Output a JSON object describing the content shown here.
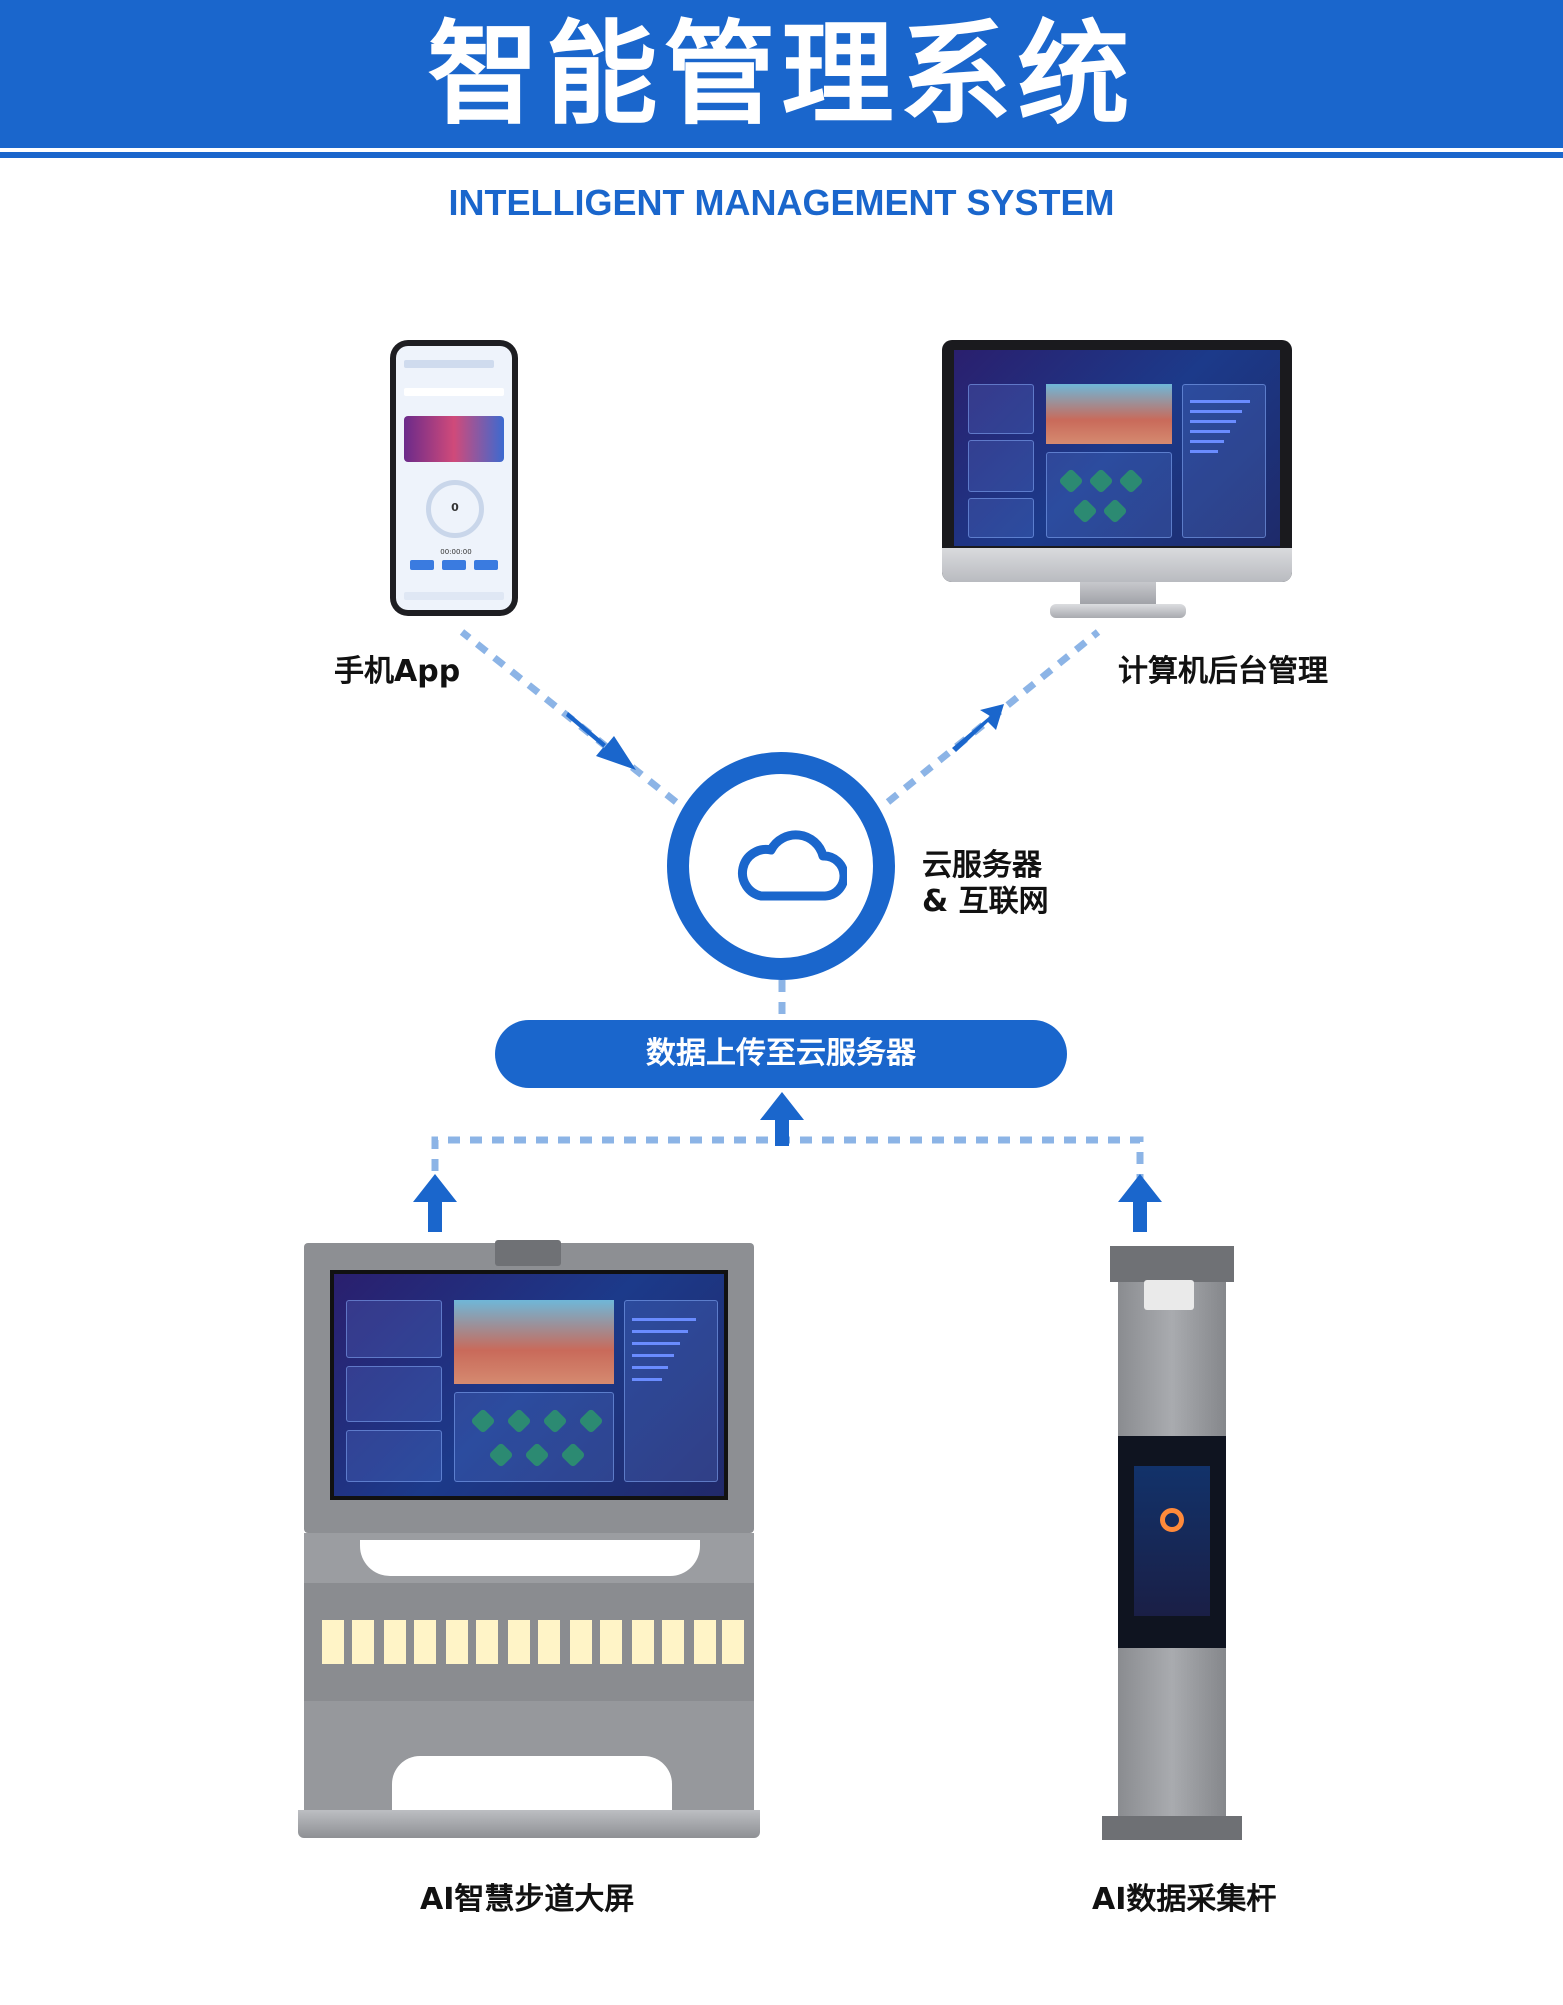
{
  "header": {
    "title": "智能管理系统",
    "subtitle": "INTELLIGENT MANAGEMENT SYSTEM"
  },
  "nodes": {
    "phone_app": {
      "label": "手机App"
    },
    "computer_admin": {
      "label": "计算机后台管理"
    },
    "cloud": {
      "label_line1": "云服务器",
      "label_line2": "& 互联网"
    },
    "upload": {
      "label": "数据上传至云服务器"
    },
    "big_screen": {
      "label": "AI智慧步道大屏"
    },
    "collection_pole": {
      "label": "AI数据采集杆"
    }
  },
  "phone_screen": {
    "ring_value": "0",
    "time": "00:00:00"
  },
  "colors": {
    "brand_blue": "#1a66cc",
    "connector_blue": "#8cb4e6",
    "arrow_blue": "#1a66cc"
  }
}
